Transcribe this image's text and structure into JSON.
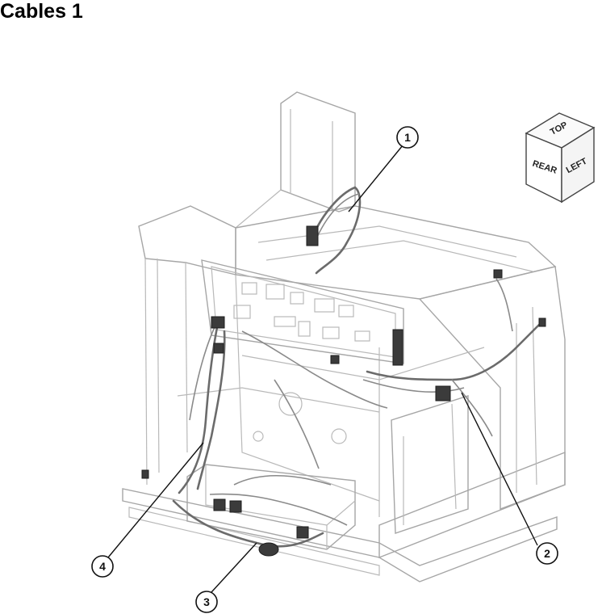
{
  "title": "Cables 1",
  "callouts": [
    {
      "label": "1"
    },
    {
      "label": "2"
    },
    {
      "label": "3"
    },
    {
      "label": "4"
    }
  ],
  "orientation_cube": {
    "top": "TOP",
    "rear": "REAR",
    "left": "LEFT"
  }
}
